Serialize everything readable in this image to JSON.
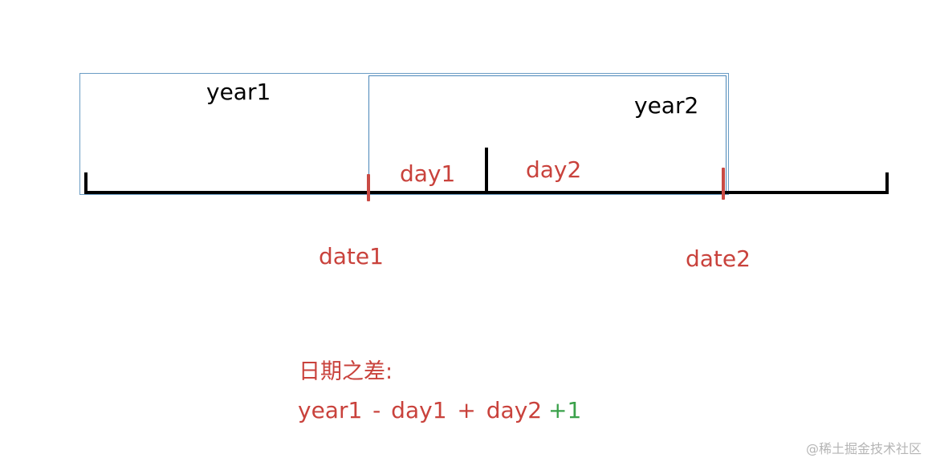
{
  "labels": {
    "year1": "year1",
    "year2": "year2",
    "day1": "day1",
    "day2": "day2",
    "date1": "date1",
    "date2": "date2"
  },
  "formula": {
    "title": "日期之差:",
    "expression": "year1 - day1 + day2",
    "extra": "+1"
  },
  "watermark": "@稀土掘金技术社区",
  "colors": {
    "axis": "#000000",
    "marker": "#c94a44",
    "box_year1": "#6a9cc4",
    "box_year2": "#4a86b8",
    "text_red": "#c9423c",
    "text_green": "#3aa14a"
  }
}
